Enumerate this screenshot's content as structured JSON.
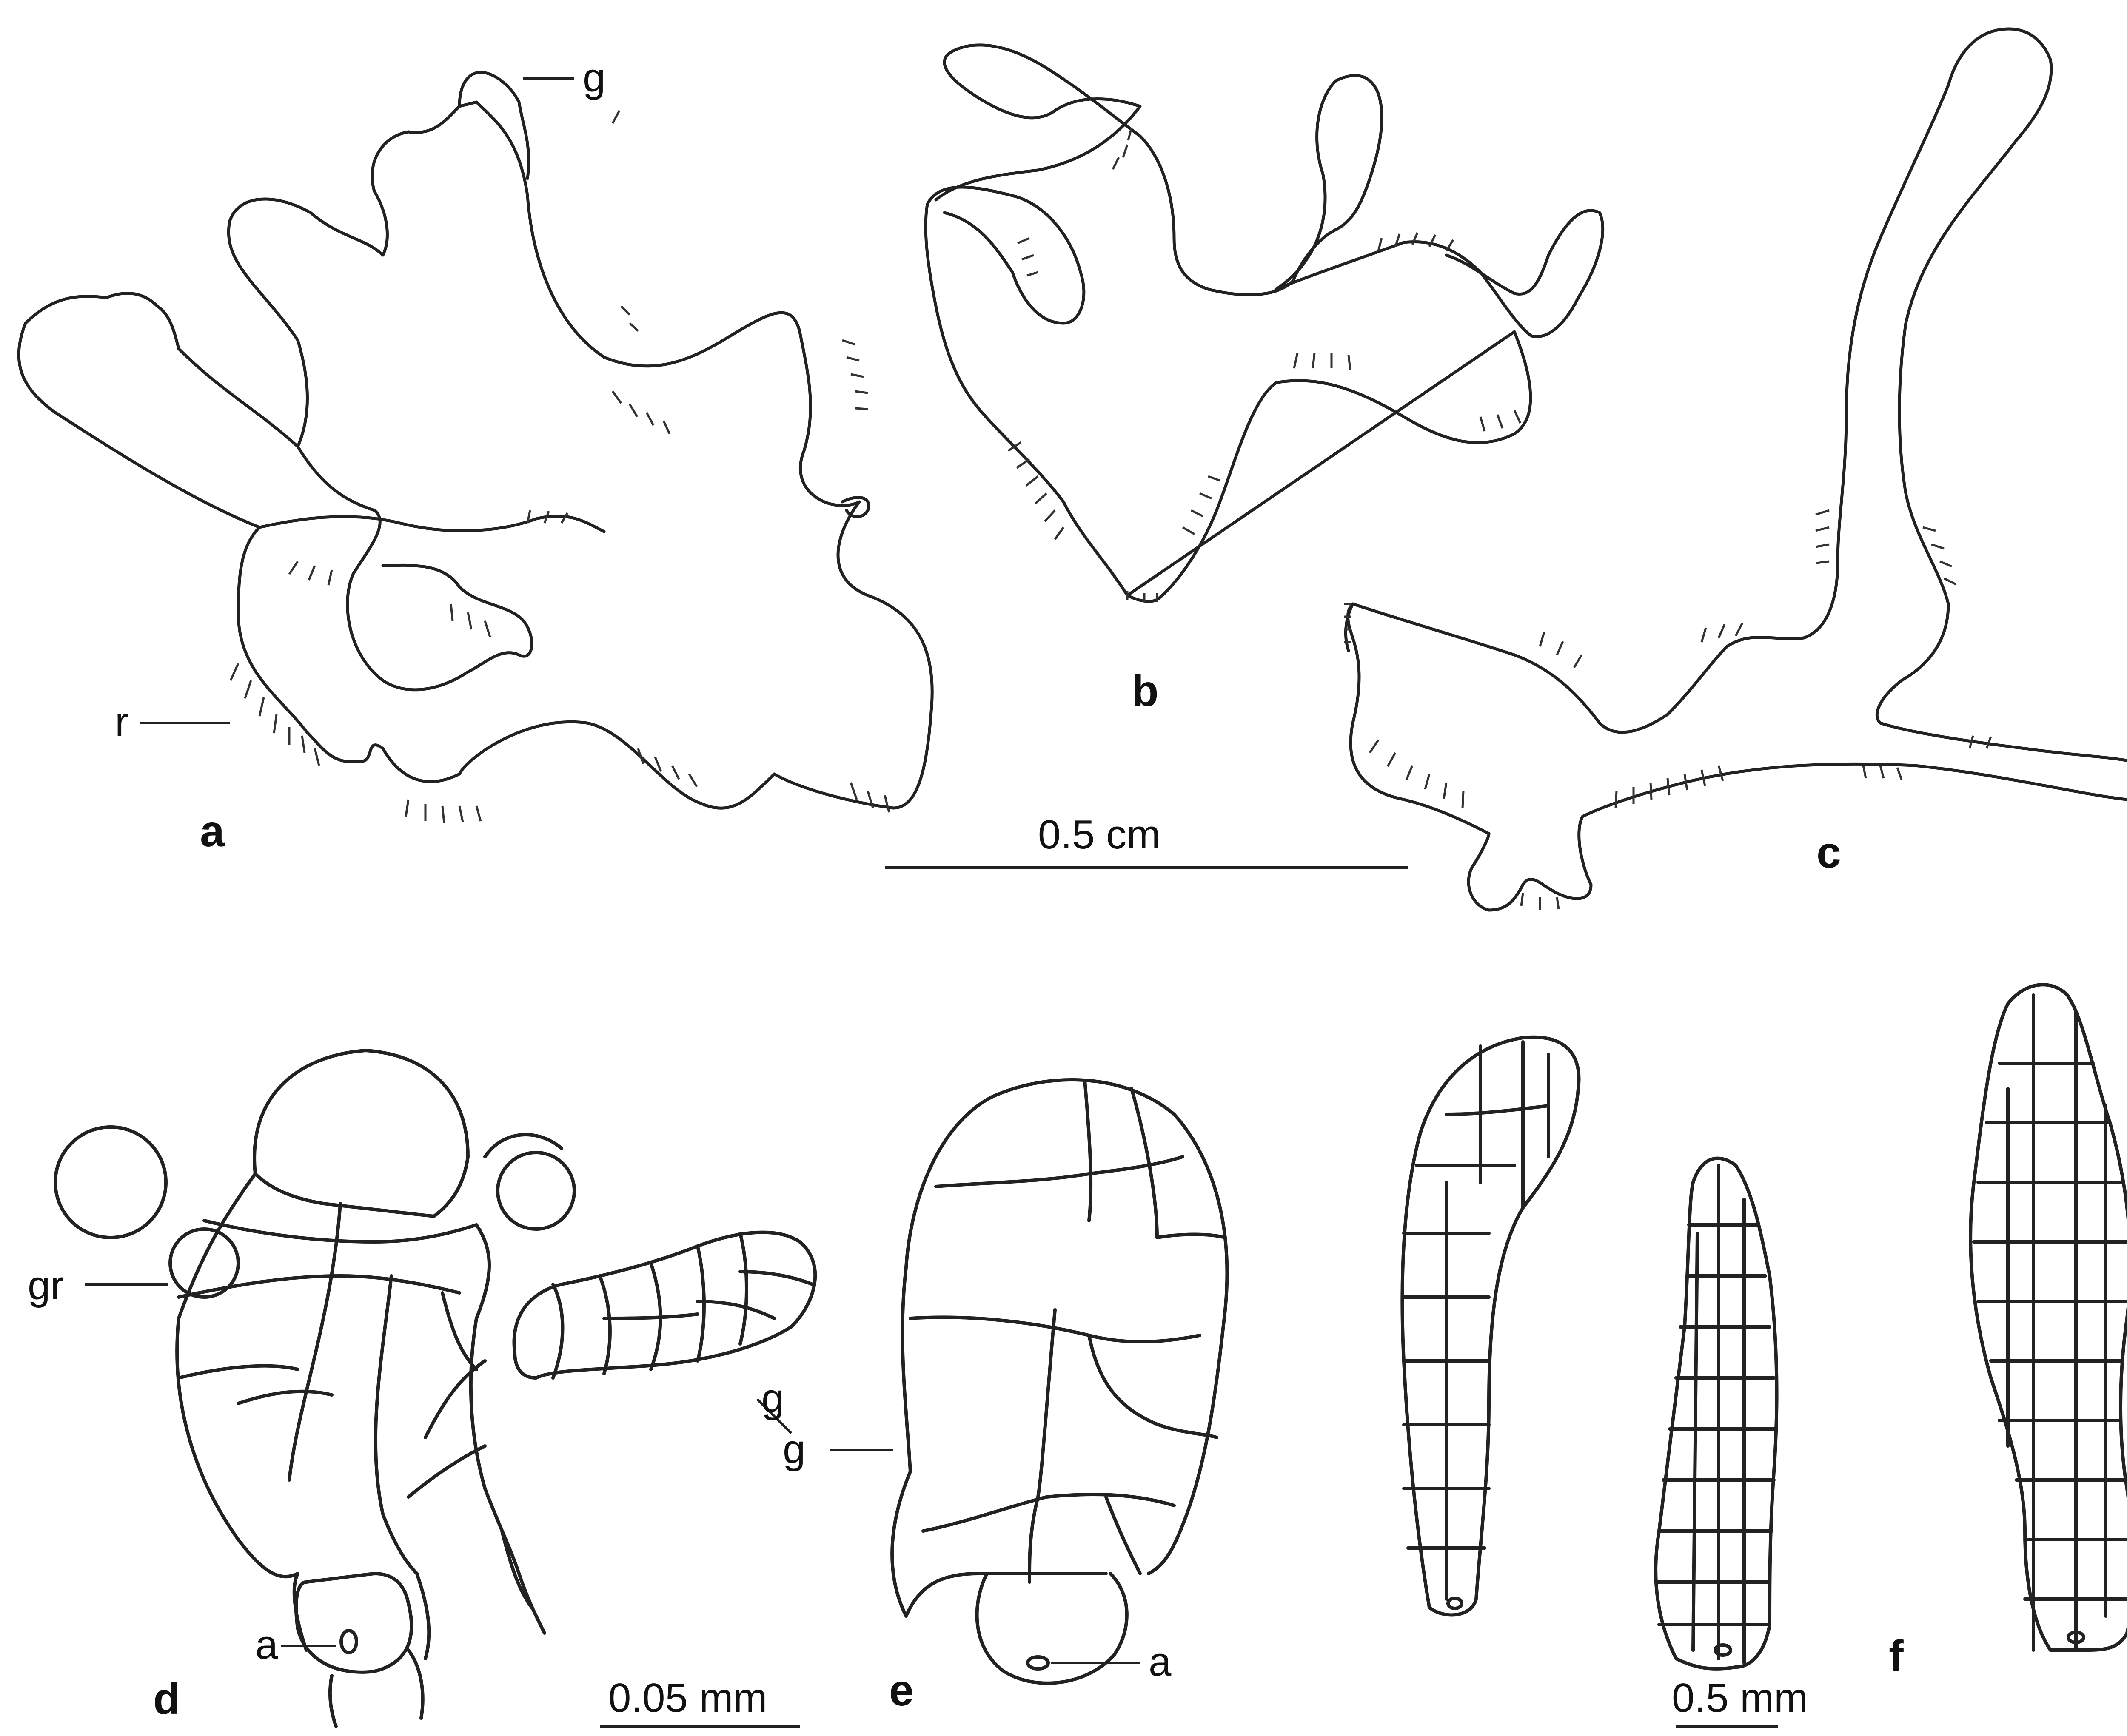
{
  "labels": {
    "a": "a",
    "b": "b",
    "c": "c",
    "d": "d",
    "e": "e",
    "f": "f",
    "g_top": "g",
    "r": "r",
    "gr": "gr",
    "g_e": "g",
    "a_d": "a",
    "a_e": "a"
  },
  "scale_bars": {
    "top": "0.5 cm",
    "bottom_left": "0.05 mm",
    "bottom_right": "0.5 mm"
  }
}
